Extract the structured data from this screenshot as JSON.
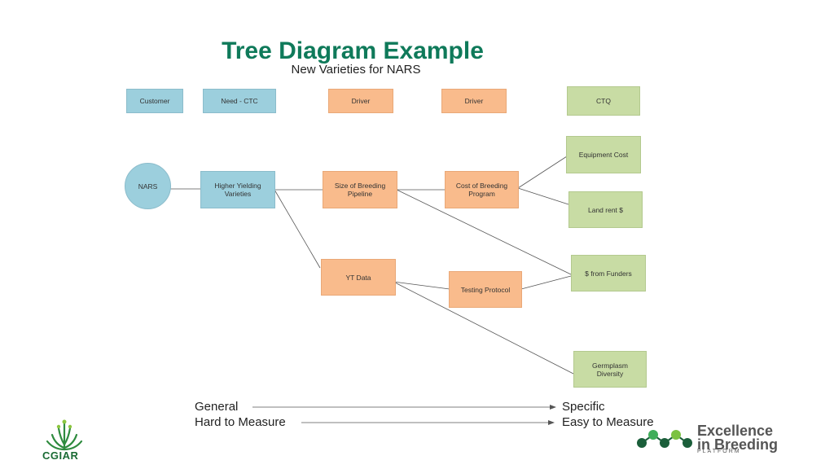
{
  "title": "Tree Diagram Example",
  "subtitle": "New Varieties for NARS",
  "headers": {
    "customer": "Customer",
    "need": "Need - CTC",
    "driver1": "Driver",
    "driver2": "Driver",
    "ctq": "CTQ"
  },
  "nodes": {
    "nars": "NARS",
    "higher_yielding": "Higher Yielding Varieties",
    "size_breeding": "Size of Breeding Pipeline",
    "yt_data": "YT Data",
    "cost_breeding": "Cost of Breeding Program",
    "testing_protocol": "Testing Protocol",
    "equipment_cost": "Equipment Cost",
    "land_rent": "Land rent $",
    "from_funders": "$ from Funders",
    "germplasm": "Germplasm Diversity"
  },
  "scale": {
    "left_top": "General",
    "left_bottom": "Hard to Measure",
    "right_top": "Specific",
    "right_bottom": "Easy to Measure"
  },
  "logos": {
    "cgiar": "CGIAR",
    "eib_line1": "Excellence",
    "eib_line2": "in Breeding",
    "eib_sub": "PLATFORM"
  },
  "colors": {
    "title": "#0f7a5a",
    "customer_need": "#9ccfdd",
    "driver": "#f9bb8c",
    "ctq": "#c8dca4"
  }
}
